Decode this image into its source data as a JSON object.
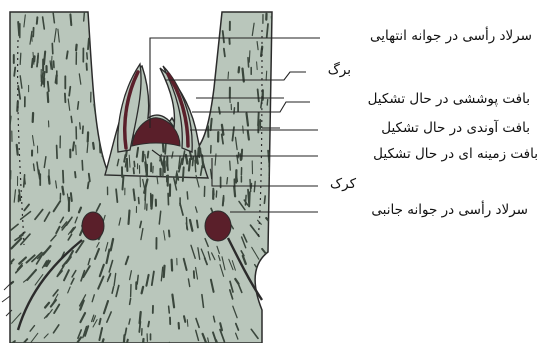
{
  "labels": {
    "apical_meristem_terminal": "سرلاد رأسی در جوانه انتهایی",
    "leaf": "برگ",
    "protoderm": "بافت پوششی در حال تشکیل",
    "procambium": "بافت آوندی در حال تشکیل",
    "ground_meristem": "بافت زمینه ای در حال تشکیل",
    "cortex": "کرک",
    "axillary_meristem": "سرلاد رأسی در جوانه جانبی"
  },
  "colors": {
    "tissue": "#b9c6bb",
    "outline": "#2b2b2b",
    "streak": "#3a463c",
    "meristem": "#5a1f2a",
    "leader": "#222222"
  }
}
